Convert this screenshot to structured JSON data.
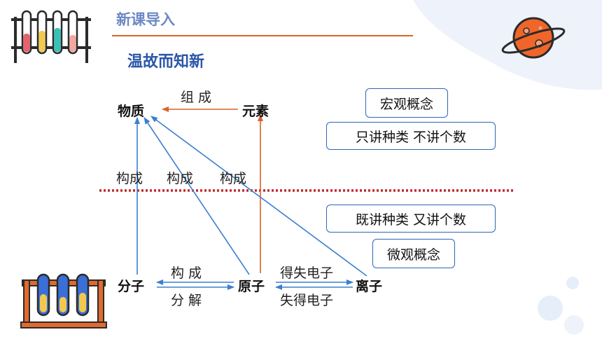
{
  "header": {
    "title": "新课导入"
  },
  "section": {
    "subtitle": "温故而知新"
  },
  "nodes": {
    "substance": "物质",
    "element": "元素",
    "molecule": "分子",
    "atom": "原子",
    "ion": "离子"
  },
  "edges": {
    "element_to_substance": "组 成",
    "compose_a": "构成",
    "compose_b": "构成",
    "compose_c": "构成",
    "atom_to_molecule": "构 成",
    "molecule_to_atom": "分 解",
    "atom_to_ion": "得失电子",
    "ion_to_atom": "失得电子"
  },
  "concepts": {
    "macro_title": "宏观概念",
    "macro_desc": "只讲种类 不讲个数",
    "micro_desc": "既讲种类 又讲个数",
    "micro_title": "微观概念"
  },
  "colors": {
    "accent_orange": "#d9622b",
    "arrow_blue": "#3b7fd0",
    "divider_red": "#c0282d",
    "title_blue": "#6d88c4",
    "subtitle_blue": "#2b56a8"
  }
}
